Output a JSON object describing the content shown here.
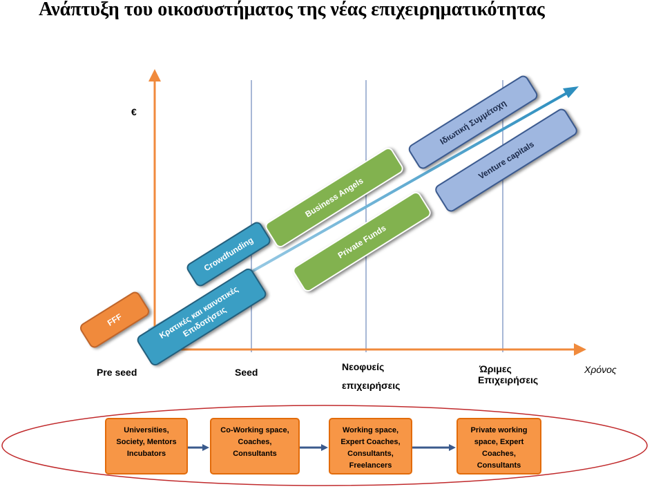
{
  "title": "Ανάπτυξη του οικοσυστήματος της νέας επιχειρηματικότητας",
  "y_axis_label": "€",
  "x_axis_label": "Χρόνος",
  "stages": [
    {
      "label": "Pre seed"
    },
    {
      "label": "Seed"
    },
    {
      "line1": "Νεοφυείς",
      "line2": "επιχειρήσεις"
    },
    {
      "line1": "Ώριμες",
      "line2": "Επιχειρήσεις"
    }
  ],
  "funding": {
    "fff": "FFF",
    "grants": "Κρατικές και καινοτικές Επιδοτήσεις",
    "crowdfunding": "Crowdfunding",
    "business_angels": "Business Angels",
    "private_funds": "Private Funds",
    "private_participation": "Ιδιωτική Συμμέτοχη",
    "venture_capitals": "Venture capitals"
  },
  "support": [
    {
      "lines": [
        "Universities,",
        "Society, Mentors",
        "Incubators"
      ]
    },
    {
      "lines": [
        "Co-Working space,",
        "Coaches,",
        "Consultants"
      ]
    },
    {
      "lines": [
        "Working space,",
        "Expert Coaches,",
        "Consultants,",
        "Freelancers"
      ]
    },
    {
      "lines": [
        "Private working",
        "space, Expert",
        "Coaches,",
        "Consultants"
      ]
    }
  ],
  "colors": {
    "axis": "#f08a3c",
    "growth_arrow": "#2e8fbf",
    "divider": "#4f6fad",
    "support_box": "#f79646",
    "ellipse": "#c0292b",
    "flow_arrow": "#3a5a8c"
  }
}
